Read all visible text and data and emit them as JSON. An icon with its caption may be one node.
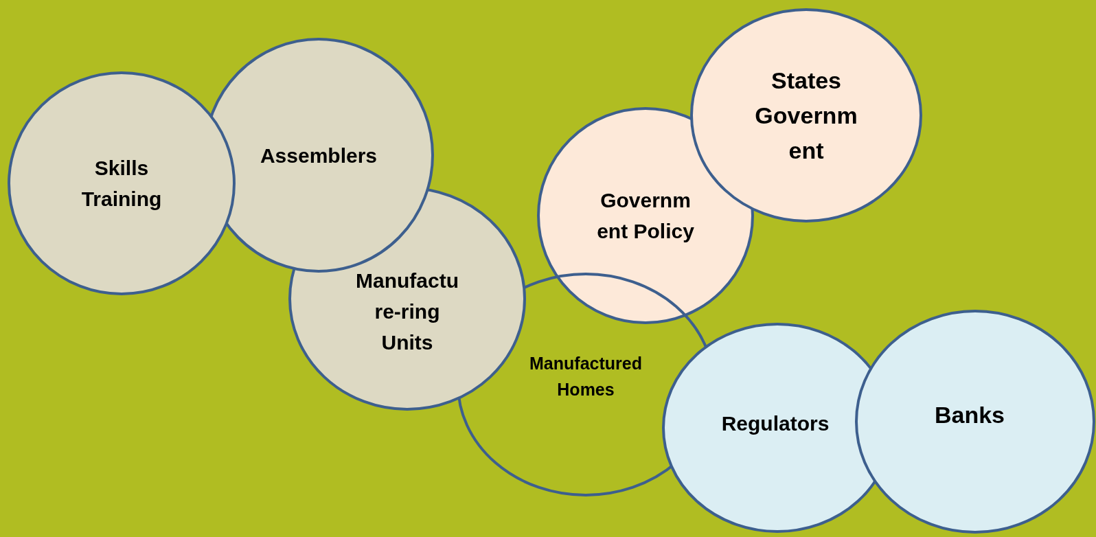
{
  "diagram": {
    "nodes": [
      {
        "text": [
          "Skills Training"
        ]
      },
      {
        "text": [
          "Assemblers"
        ]
      },
      {
        "text": [
          "Manufactu re-ring Units"
        ]
      },
      {
        "text": [
          "Governm ent Policy"
        ]
      },
      {
        "text": [
          "States Governm ent"
        ]
      },
      {
        "text": [
          "Manufactured Homes"
        ]
      },
      {
        "text": [
          "Regulators"
        ]
      },
      {
        "text": [
          "Banks"
        ]
      }
    ]
  }
}
